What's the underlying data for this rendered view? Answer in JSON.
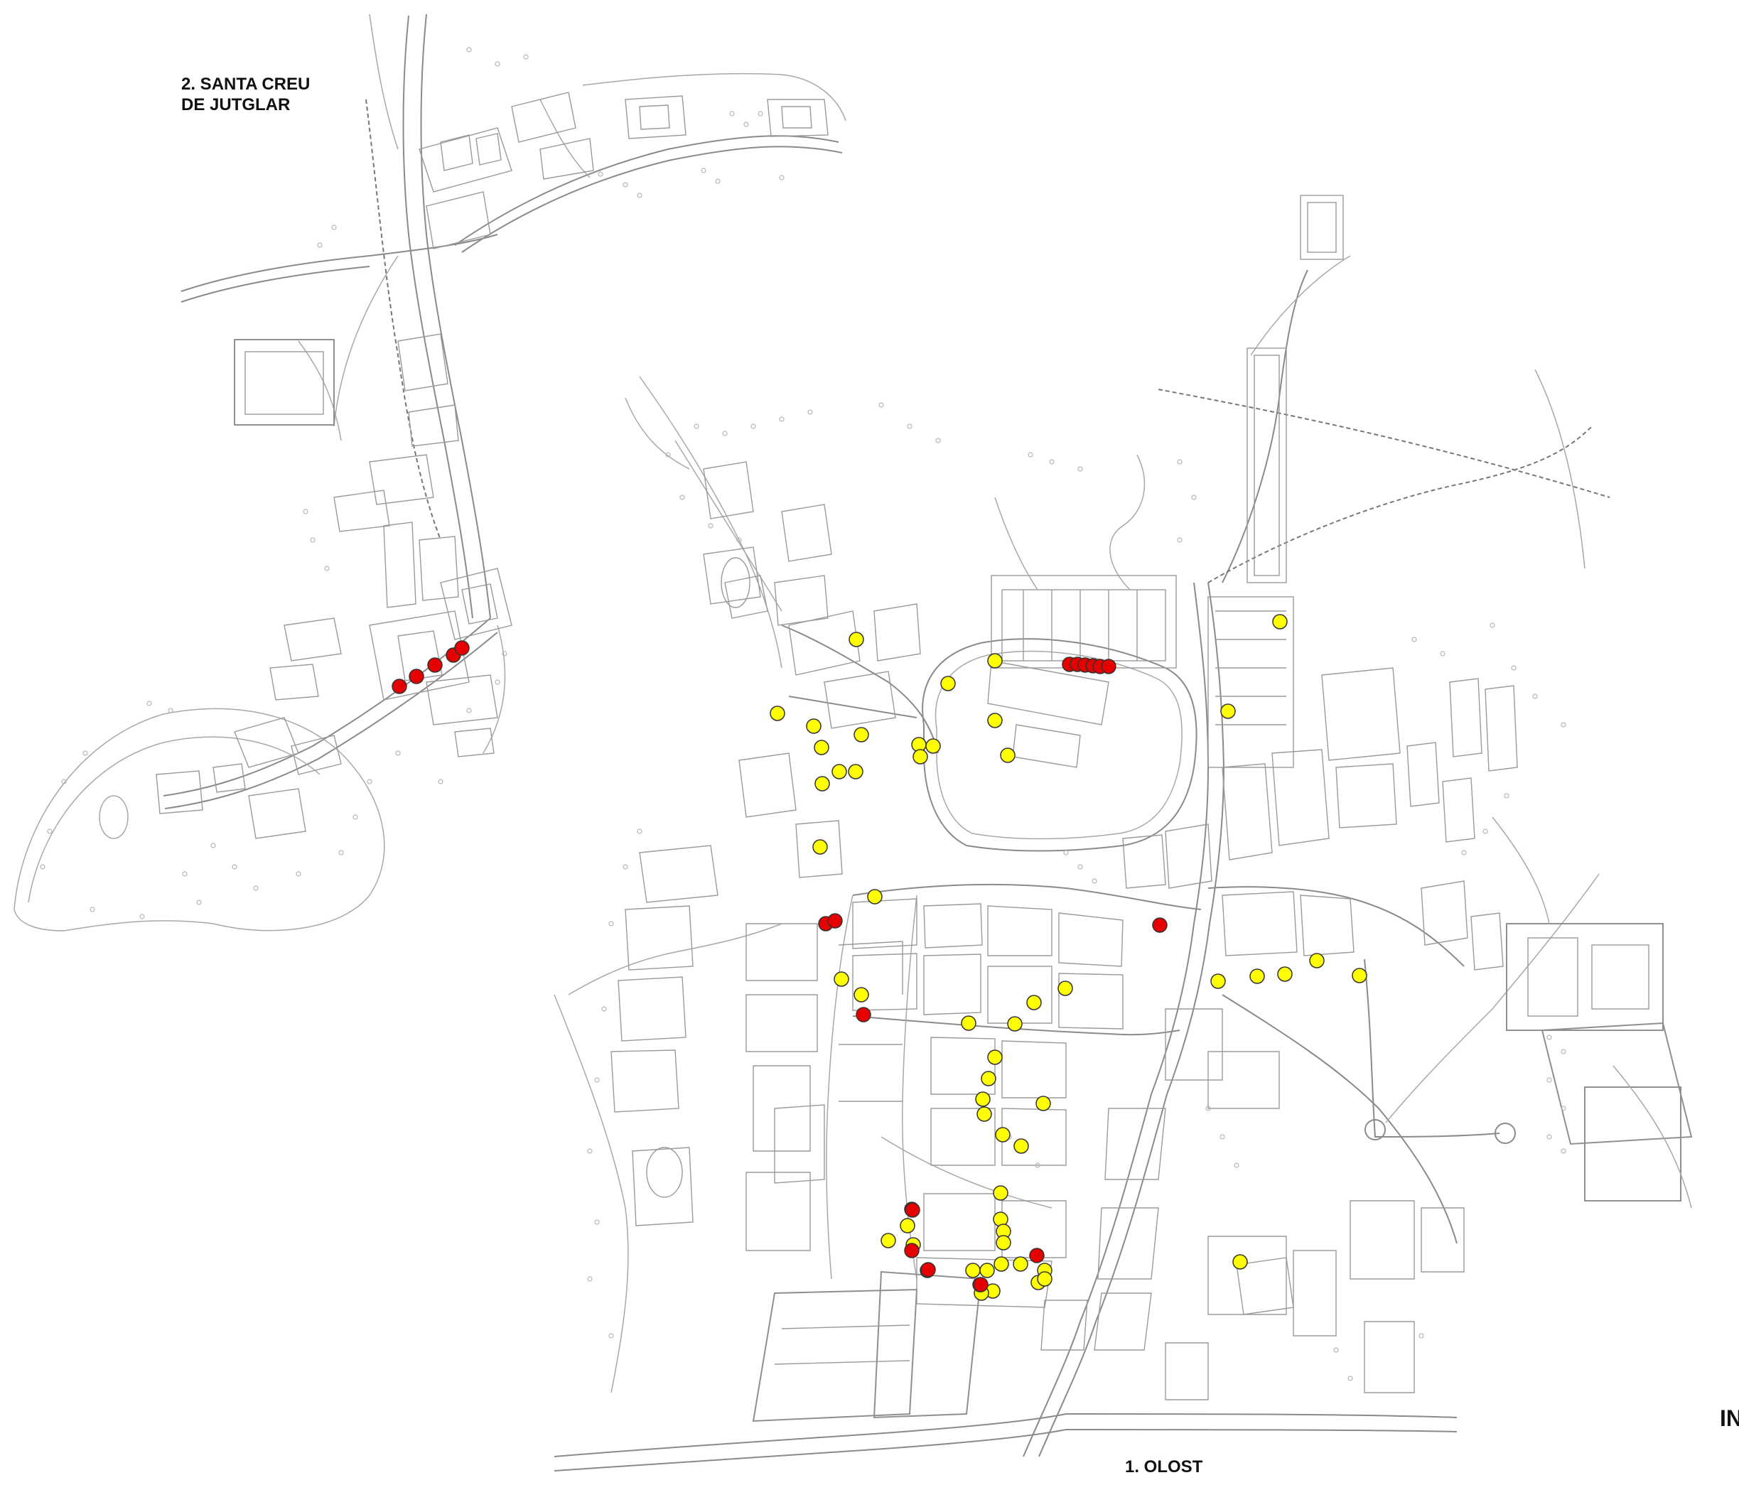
{
  "labels": {
    "santa_creu_line1": "2. SANTA CREU",
    "santa_creu_line2": "DE JUTGLAR",
    "olost": "1. OLOST",
    "legend_cut": "IN"
  },
  "colors": {
    "background": "#ffffff",
    "linework": "#9a9a9a",
    "marker_red": "#e60000",
    "marker_yellow": "#ffff00",
    "marker_outline": "#333333"
  }
}
